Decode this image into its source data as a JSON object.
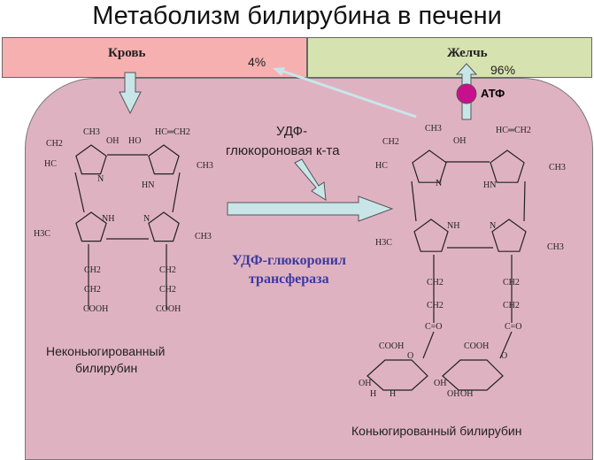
{
  "title": "Метаболизм билирубина в печени",
  "blood_label": "Кровь",
  "bile_label": "Желчь",
  "percent_blood": "4%",
  "percent_bile": "96%",
  "atp_label": "АТФ",
  "udp_acid_line1": "УДФ-",
  "udp_acid_line2": "глюкороновая к-та",
  "enzyme_line1": "УДФ-глюкоронил",
  "enzyme_line2": "трансфераза",
  "unconjugated_line1": "Неконьюгированный",
  "unconjugated_line2": "билирубин",
  "conjugated": "Коньюгированный билирубин",
  "chem_labels_left": [
    "CH3",
    "OH",
    "HO",
    "HC═CH2",
    "CH2",
    "HC",
    "N",
    "CH3",
    "HN",
    "NH",
    "N",
    "H3C",
    "CH3",
    "CH2",
    "CH2",
    "COOH",
    "CH2",
    "CH2",
    "COOH"
  ],
  "chem_labels_right": [
    "CH3",
    "OH",
    "HC═CH2",
    "CH2",
    "HC",
    "N",
    "CH3",
    "HN",
    "NH",
    "N",
    "H3C",
    "CH3",
    "CH2",
    "CH2",
    "C=O",
    "CH2",
    "CH2",
    "C=O",
    "COOH",
    "COOH",
    "O",
    "O",
    "OH",
    "OH",
    "H",
    "H",
    "OH",
    "OH"
  ],
  "colors": {
    "blood": "#f6b0b0",
    "bile": "#d6e2b0",
    "liver": "#dfb2c2",
    "arrow": "#c8e6e8",
    "atp": "#c8108c",
    "enzyme": "#3a3aa0"
  }
}
